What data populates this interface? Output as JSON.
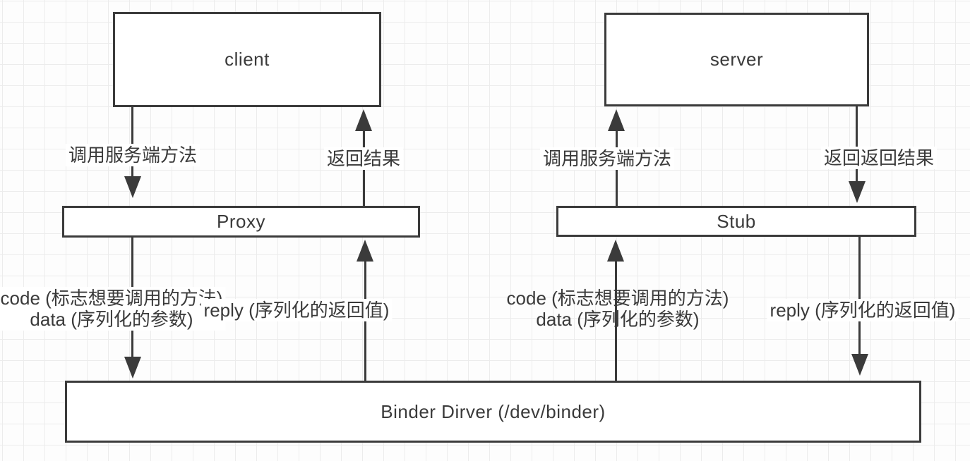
{
  "diagram": {
    "boxes": {
      "client": {
        "label": "client"
      },
      "server": {
        "label": "server"
      },
      "proxy": {
        "label": "Proxy"
      },
      "stub": {
        "label": "Stub"
      },
      "binder": {
        "label": "Binder Dirver (/dev/binder)"
      }
    },
    "edges": {
      "client_to_proxy": {
        "from": "client",
        "to": "proxy",
        "direction": "down",
        "label": "调用服务端方法"
      },
      "proxy_to_client": {
        "from": "proxy",
        "to": "client",
        "direction": "up",
        "label": "返回结果"
      },
      "proxy_to_binder": {
        "from": "proxy",
        "to": "binder",
        "direction": "down",
        "label_line1": "code (标志想要调用的方法)",
        "label_line2": "data (序列化的参数)"
      },
      "binder_to_proxy": {
        "from": "binder",
        "to": "proxy",
        "direction": "up",
        "label": "reply (序列化的返回值)"
      },
      "stub_to_server": {
        "from": "stub",
        "to": "server",
        "direction": "up",
        "label": "调用服务端方法"
      },
      "server_to_stub": {
        "from": "server",
        "to": "stub",
        "direction": "down",
        "label": "返回返回结果"
      },
      "binder_to_stub": {
        "from": "binder",
        "to": "stub",
        "direction": "up",
        "label_line1": "code (标志想要调用的方法)",
        "label_line2": "data (序列化的参数)"
      },
      "stub_to_binder": {
        "from": "stub",
        "to": "binder",
        "direction": "down",
        "label": "reply (序列化的返回值)"
      }
    },
    "colors": {
      "stroke": "#3b3b3b",
      "text": "#3a3a3a",
      "grid": "#ececec",
      "bg": "#fdfdfd",
      "boxfill": "#ffffff"
    }
  }
}
